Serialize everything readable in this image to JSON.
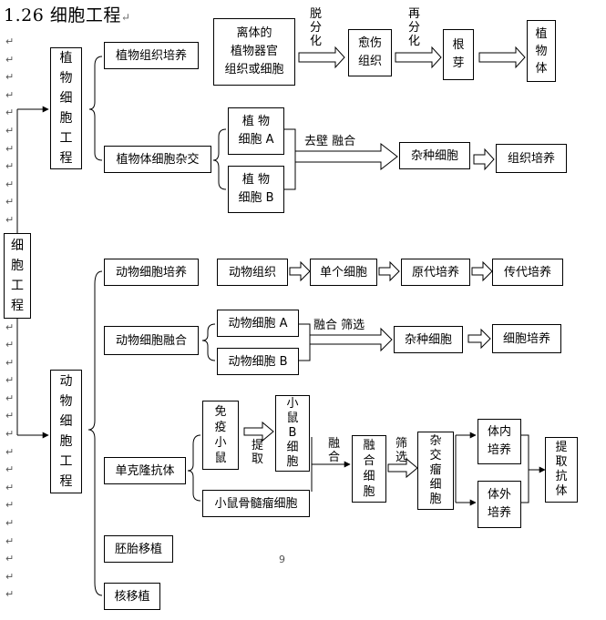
{
  "title": "1.26 细胞工程",
  "para_mark": "↵",
  "page_number": "9",
  "root": "细\n胞\n工\n程",
  "plant": {
    "branch": "植\n物\n细\n胞\n工\n程",
    "tissue_culture": {
      "label": "植物组织培养",
      "source": "离体的\n植物器官\n组织或细胞",
      "step1": "脱\n分\n化",
      "callus": "愈伤\n组织",
      "step2": "再\n分\n化",
      "root_bud": "根\n芽",
      "plant": "植\n物\n体"
    },
    "hybridization": {
      "label": "植物体细胞杂交",
      "cell_a": "植  物\n细胞 A",
      "cell_b": "植  物\n细胞 B",
      "step": "去壁  融合",
      "hybrid": "杂种细胞",
      "result": "组织培养"
    }
  },
  "animal": {
    "branch": "动\n物\n细\n胞\n工\n程",
    "culture": {
      "label": "动物细胞培养",
      "tissue": "动物组织",
      "single": "单个细胞",
      "primary": "原代培养",
      "subculture": "传代培养"
    },
    "fusion": {
      "label": "动物细胞融合",
      "cell_a": "动物细胞 A",
      "cell_b": "动物细胞 B",
      "step": "融合 筛选",
      "hybrid": "杂种细胞",
      "result": "细胞培养"
    },
    "monoclonal": {
      "label": "单克隆抗体",
      "mouse": "免\n疫\n小\n鼠",
      "extract": "提\n取",
      "bcell": "小\n鼠\nB\n细\n胞",
      "myeloma": "小鼠骨髓瘤细胞",
      "fuse": "融\n合",
      "fused": "融\n合\n细\n胞",
      "screen": "筛\n选",
      "hybridoma": "杂\n交\n瘤\n细\n胞",
      "in_vivo": "体内\n培养",
      "in_vitro": "体外\n培养",
      "antibody": "提\n取\n抗\n体"
    },
    "embryo_transfer": "胚胎移植",
    "nuclear_transfer": "核移植"
  }
}
